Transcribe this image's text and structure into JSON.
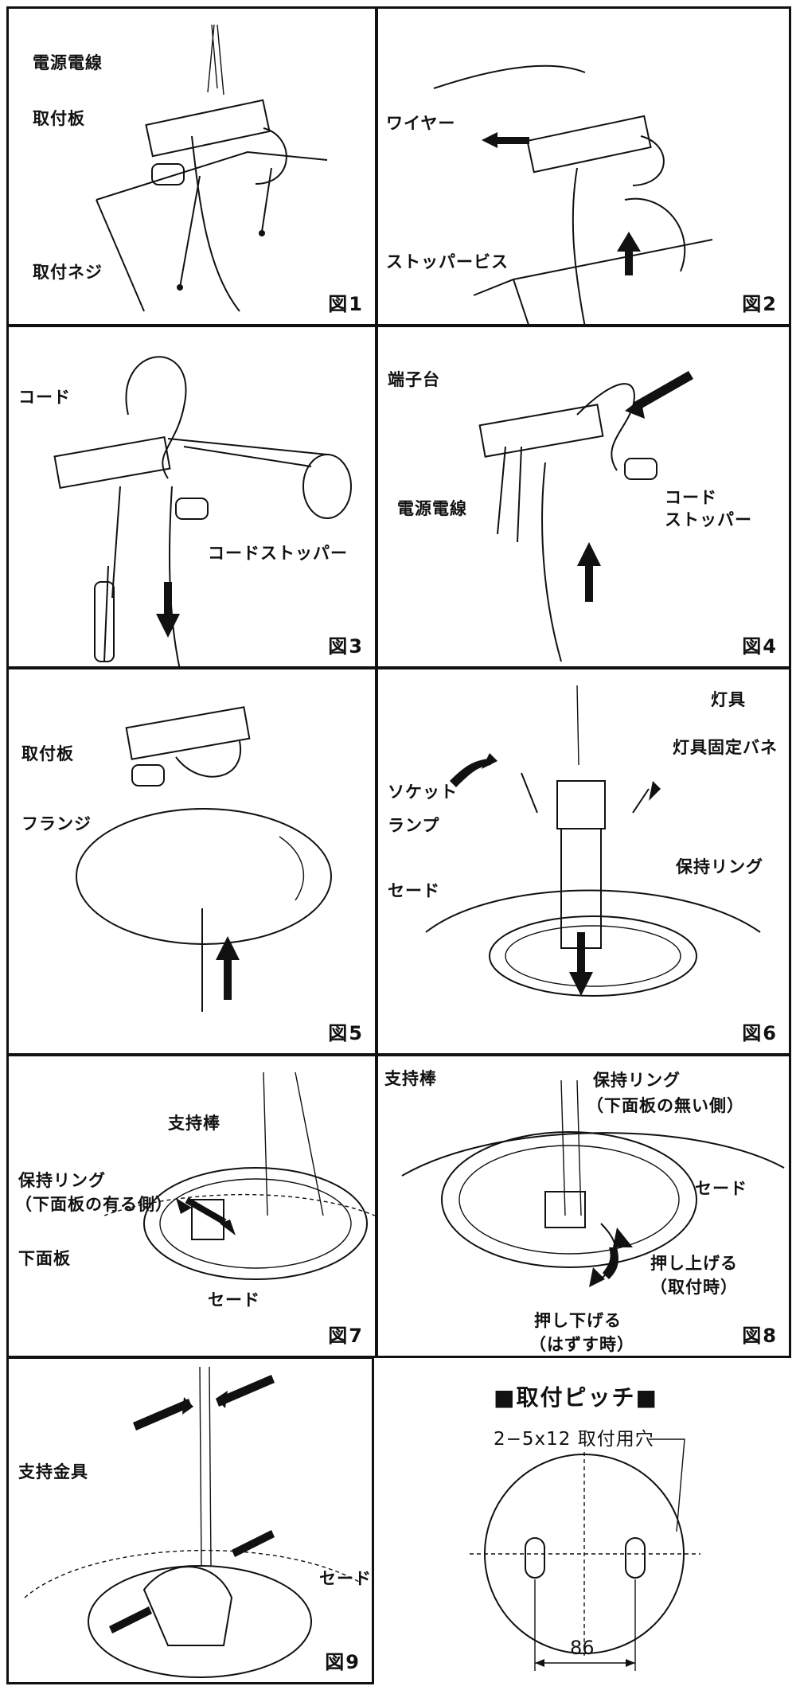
{
  "panels": {
    "p1": {
      "fig": "図1",
      "labels": {
        "power_wire": "電源電線",
        "mount_plate": "取付板",
        "mount_screw": "取付ネジ"
      }
    },
    "p2": {
      "fig": "図2",
      "labels": {
        "wire": "ワイヤー",
        "stopper_screw": "ストッパービス"
      }
    },
    "p3": {
      "fig": "図3",
      "labels": {
        "cord": "コード",
        "cord_stopper": "コードストッパー"
      }
    },
    "p4": {
      "fig": "図4",
      "labels": {
        "terminal_block": "端子台",
        "power_wire": "電源電線",
        "cord_stopper_1": "コード",
        "cord_stopper_2": "ストッパー"
      }
    },
    "p5": {
      "fig": "図5",
      "labels": {
        "mount_plate": "取付板",
        "flange": "フランジ"
      }
    },
    "p6": {
      "fig": "図6",
      "labels": {
        "fixture": "灯具",
        "fixture_spring": "灯具固定バネ",
        "socket": "ソケット",
        "lamp": "ランプ",
        "shade": "セード",
        "holding_ring": "保持リング"
      }
    },
    "p7": {
      "fig": "図7",
      "labels": {
        "support_rod": "支持棒",
        "holding_ring": "保持リング",
        "holding_ring_note": "（下面板の有る側）",
        "bottom_plate": "下面板",
        "shade": "セード"
      }
    },
    "p8": {
      "fig": "図8",
      "labels": {
        "support_rod": "支持棒",
        "holding_ring": "保持リング",
        "holding_ring_note": "（下面板の無い側）",
        "shade": "セード",
        "push_up": "押し上げる",
        "push_up_note": "（取付時）",
        "push_down": "押し下げる",
        "push_down_note": "（はずす時）"
      }
    },
    "p9": {
      "fig": "図9",
      "labels": {
        "support_bracket": "支持金具",
        "shade": "セード"
      }
    },
    "pitch": {
      "title": "■取付ピッチ■",
      "spec": "2−5x12  取付用穴",
      "dimension": "86"
    }
  }
}
